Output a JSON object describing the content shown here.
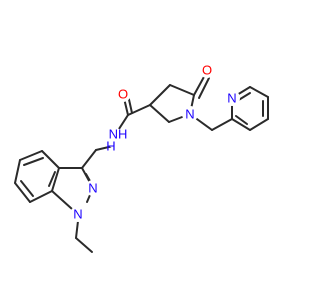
{
  "molecule": {
    "atom_labels": {
      "carbonyl_o1": "O",
      "carbonyl_o2": "O",
      "amide_nh": "NH",
      "amide_h": "H",
      "lactam_n": "N",
      "pyridine_n": "N",
      "indazole_n1": "N",
      "indazole_n2": "N"
    },
    "colors": {
      "bond": "#2b2b2b",
      "oxygen": "#ff0000",
      "nitrogen": "#1b00ff"
    }
  }
}
